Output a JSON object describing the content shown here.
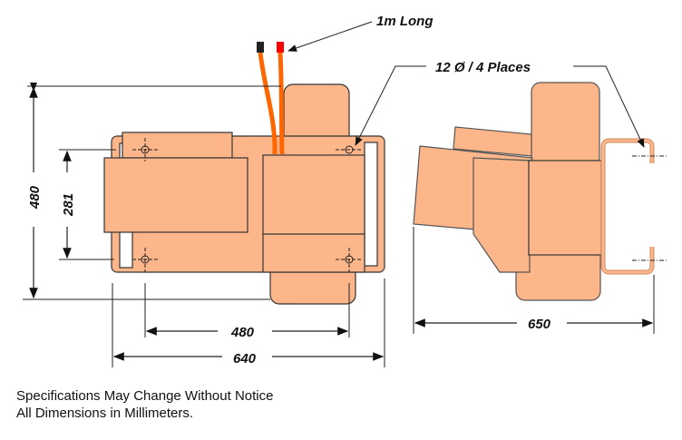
{
  "labels": {
    "wire": "1m Long",
    "holes": "12 Ø / 4 Places"
  },
  "dimensions": {
    "height_outer": "480",
    "height_inner": "281",
    "width_inner": "480",
    "width_outer": "640",
    "depth": "650"
  },
  "notes": [
    "Specifications May Change Without Notice",
    "All Dimensions in Millimeters."
  ],
  "colors": {
    "body": "#FDB68A",
    "wire": "#FF6600",
    "red_tip": "#FF0000"
  }
}
